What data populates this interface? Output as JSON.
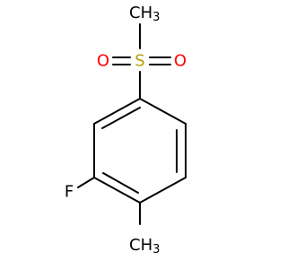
{
  "molecule": {
    "atoms": {
      "methyl_sulfonyl": {
        "label": "CH3",
        "color": "#000000"
      },
      "sulfur": {
        "label": "S",
        "color": "#b8a000"
      },
      "oxygen_left": {
        "label": "O",
        "color": "#ff0000"
      },
      "oxygen_right": {
        "label": "O",
        "color": "#ff0000"
      },
      "fluorine": {
        "label": "F",
        "color": "#000000"
      },
      "methyl_ring": {
        "label": "CH3",
        "color": "#000000"
      }
    }
  }
}
